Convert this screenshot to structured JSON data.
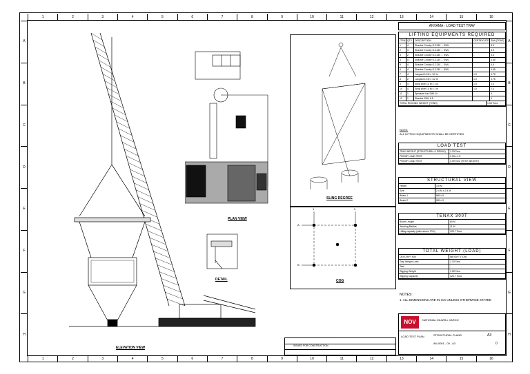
{
  "drawing": {
    "col_markers": [
      "1",
      "2",
      "3",
      "4",
      "5",
      "6",
      "7",
      "8",
      "9",
      "10",
      "11",
      "12",
      "13",
      "14",
      "15",
      "16"
    ],
    "row_markers": [
      "A",
      "B",
      "C",
      "D",
      "E",
      "F",
      "G",
      "H"
    ],
    "header_title": "ANYAMA - LOAD TEST TRAY"
  },
  "views": {
    "elevation": "ELEVATION VIEW",
    "plan": "PLAN VIEW",
    "detail": "DETAIL",
    "sling": "SLING DEGREE",
    "cog": "COG",
    "cog_marks": [
      "1",
      "2",
      "A",
      "B"
    ]
  },
  "lifting": {
    "title": "LIFTING EQUIPMENTS REQUIRED",
    "headers": [
      "ITEM",
      "QTY",
      "DESCRIPTION",
      "CERTIFICATE",
      "SWL(TONS)"
    ],
    "rows": [
      [
        "1",
        "4",
        "Shackle Crosby G-2130 ... SWL",
        "-",
        "8.5"
      ],
      [
        "2",
        "4",
        "Shackle Crosby G-2130 ... SWL",
        "-",
        "3.3"
      ],
      [
        "3",
        "2",
        "Shackle Crosby G-2130 ... SWL",
        "-",
        "3.3"
      ],
      [
        "4",
        "4",
        "Shackle Crosby G-2130 ... SWL",
        "-",
        "0.65"
      ],
      [
        "5",
        "4",
        "Shackle Crosby G-2130 ... SWL",
        "-",
        "6.5"
      ],
      [
        "6",
        "4",
        "Shackle Crosby G-2130 ... SWL",
        "-",
        "0.65"
      ],
      [
        "7",
        "4",
        "Lanyard 10 M x 1/2 in",
        "1.9",
        "0.75"
      ],
      [
        "8",
        "2",
        "Lanyard 10 M x 1/2 in",
        "1.9",
        "0.75"
      ],
      [
        "9",
        "4",
        "Sling Wire 10 M x 1 in",
        "1.9",
        "2.4"
      ],
      [
        "10",
        "4",
        "Sling Wire 10 M x 1 in",
        "1.8",
        "2.4"
      ],
      [
        "11",
        "1",
        "Spreader bar SWL 6 t",
        "-",
        "6"
      ],
      [
        "12",
        "1",
        "Shackle SWL 6.5",
        "-",
        "4"
      ]
    ],
    "total_label": "TOTAL RIGGING WEIGHT (TONS)",
    "total_value": "1.05 Tons",
    "note_label": "NOTE:",
    "note_text": "ALL LIFTING EQUIPMENTS SHALL BE CERTIFIED"
  },
  "load_test": {
    "title": "LOAD TEST",
    "rows": [
      [
        "TRAY WEIGHT (STRUCTURAL & PIPING)",
        "1.33 Tons"
      ],
      [
        "PROOF LOAD TEST",
        "1.33 x 1.5"
      ],
      [
        "PROOF LOAD TEST",
        "1.99 Tons (TEST WEIGHT)"
      ]
    ]
  },
  "structural": {
    "title": "STRUCTURAL VIEW",
    "rows": [
      [
        "Height",
        "3.5 M"
      ],
      [
        "Size",
        "2.4 M x 2.4 M"
      ],
      [
        "Beam 1",
        "W6 x 9"
      ],
      [
        "Beam 2",
        "W6 x 9"
      ]
    ]
  },
  "tenax": {
    "title": "TENAX 300T",
    "rows": [
      [
        "Boom Length",
        "60 M"
      ],
      [
        "Working Radius",
        "11 M"
      ],
      [
        "Lifting capacity (ratio above 70%)",
        "125.7 Tons"
      ]
    ]
  },
  "total_weight": {
    "title": "TOTAL WEIGHT (LOAD)",
    "header": [
      "DESCRIPTION",
      "WEIGHT (TON)"
    ],
    "rows": [
      [
        "Tray Weight Load",
        "1.33 Tons"
      ],
      [
        "Test",
        "-"
      ],
      [
        "Rigging Weight",
        "1.05 Tons"
      ],
      [
        "Rigging Capacity",
        "125.7 Tons"
      ]
    ]
  },
  "general_notes": {
    "title": "NOTES:",
    "items": [
      "1. ALL DIMENSIONS ARE IN mm UNLESS OTHERWISE STATED"
    ]
  },
  "title_block": {
    "logo_text": "NOV",
    "company": "NATIONAL OILWELL VARCO",
    "drawing_title": "STRUCTURAL PLANS",
    "subtitle": "LOAD TEST PLAN",
    "drawing_no": "AN-0001 - 05 - A3",
    "sheet": "A3",
    "rev": "0",
    "rev_table_label": "ISSUED FOR CONSTRUCTION"
  }
}
